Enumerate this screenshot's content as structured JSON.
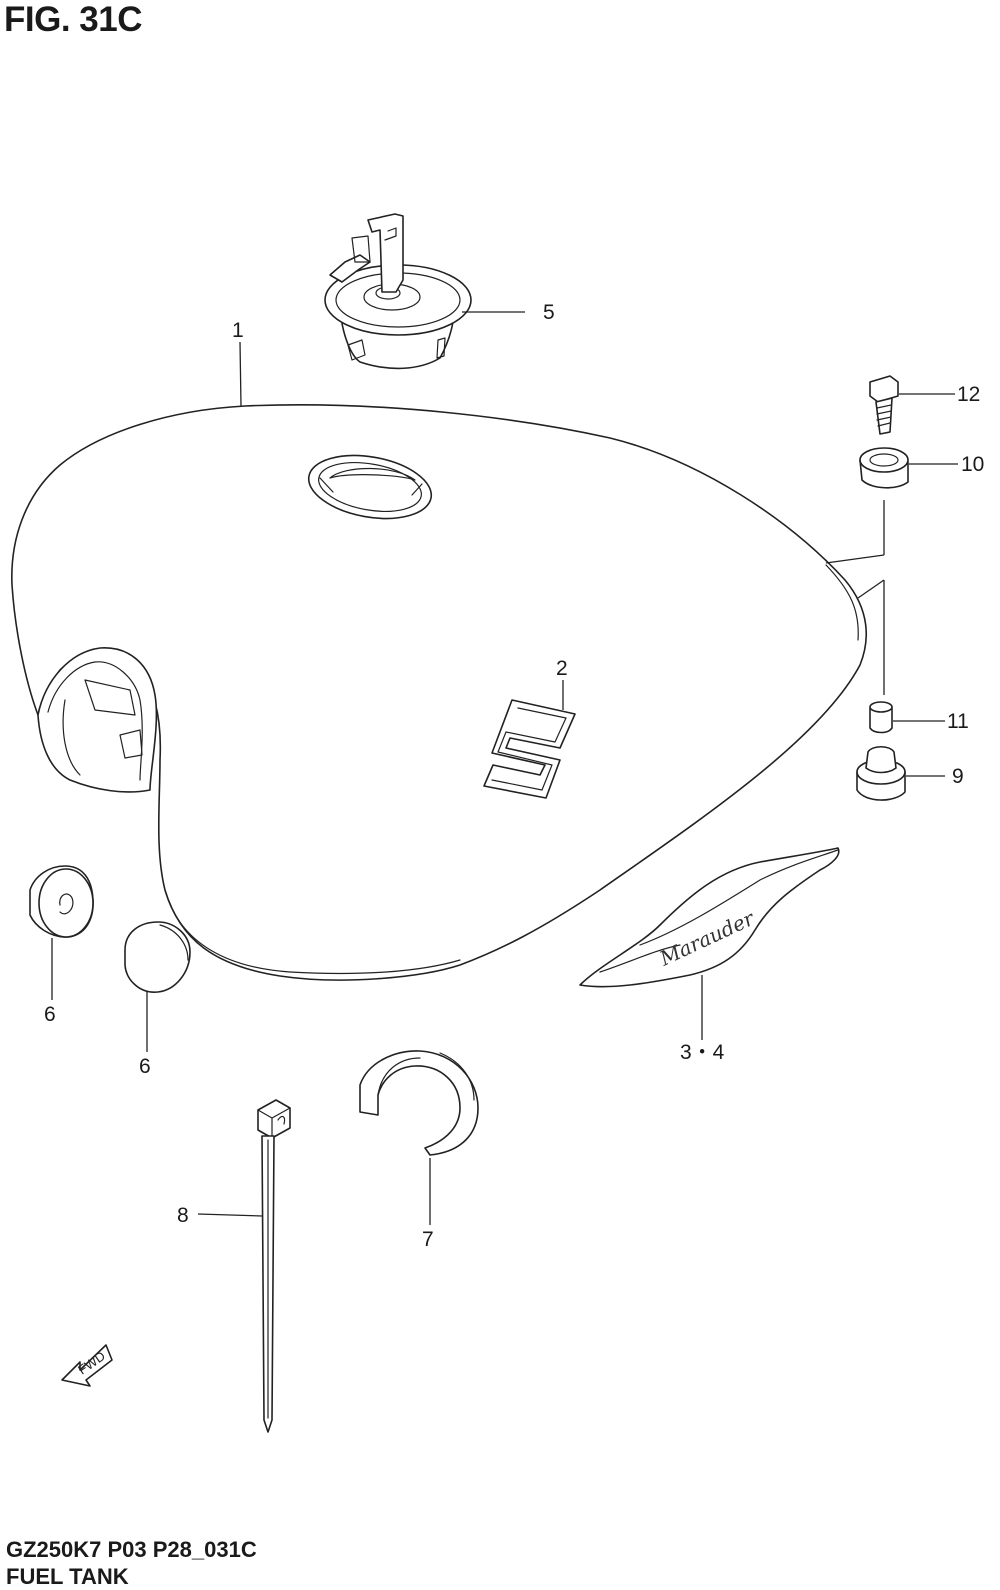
{
  "figure": {
    "title": "FIG. 31C",
    "code": "GZ250K7 P03 P28_031C",
    "name": "FUEL TANK"
  },
  "emblem_text": "Marauder",
  "fwd_label": "FWD",
  "callouts": [
    {
      "id": "c1",
      "label": "1"
    },
    {
      "id": "c2",
      "label": "2"
    },
    {
      "id": "c34",
      "label": "3・4"
    },
    {
      "id": "c5",
      "label": "5"
    },
    {
      "id": "c6a",
      "label": "6"
    },
    {
      "id": "c6b",
      "label": "6"
    },
    {
      "id": "c7",
      "label": "7"
    },
    {
      "id": "c8",
      "label": "8"
    },
    {
      "id": "c9",
      "label": "9"
    },
    {
      "id": "c10",
      "label": "10"
    },
    {
      "id": "c11",
      "label": "11"
    },
    {
      "id": "c12",
      "label": "12"
    }
  ]
}
